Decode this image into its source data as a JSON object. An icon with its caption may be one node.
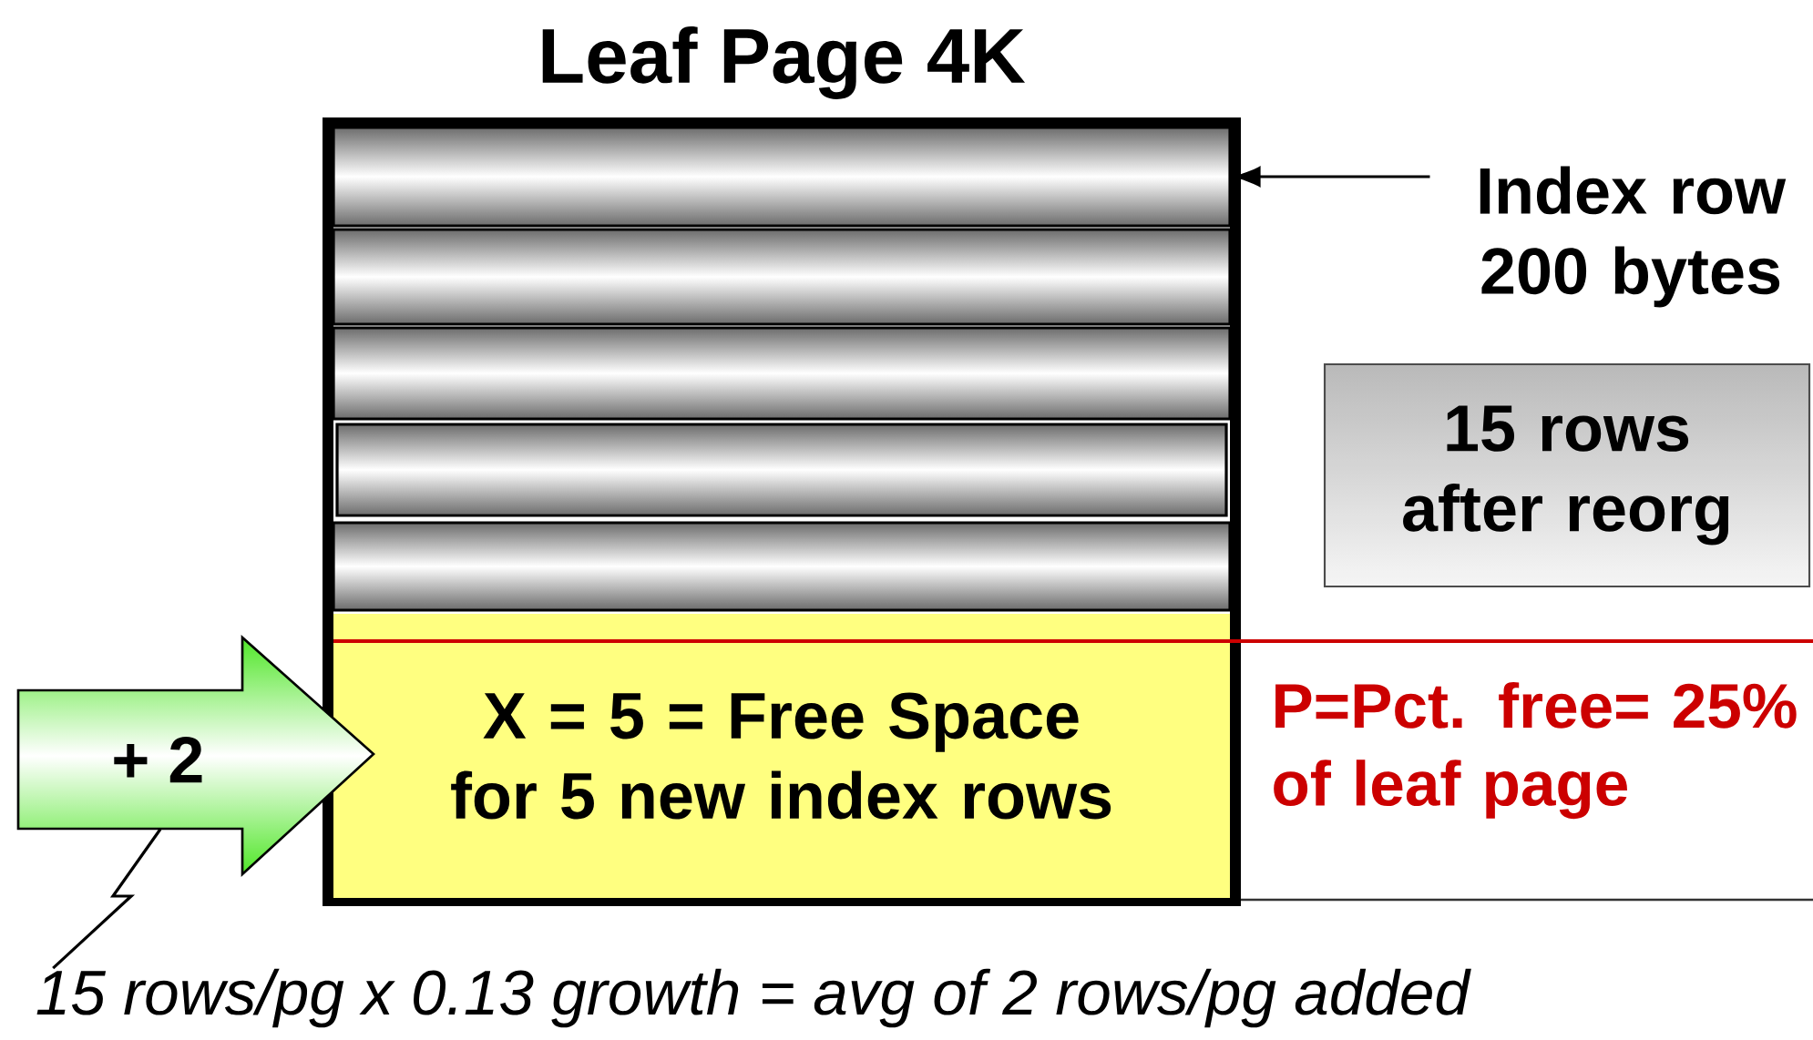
{
  "diagram": {
    "nodes": [
      {
        "text": [
          "Leaf Page 4K"
        ]
      },
      {
        "text": [],
        "shape": "bar",
        "in": 0
      },
      {
        "text": [],
        "shape": "bar",
        "in": 0
      },
      {
        "text": [],
        "shape": "bar",
        "in": 0
      },
      {
        "text": [],
        "shape": "bar",
        "in": 0
      },
      {
        "text": [],
        "shape": "bar",
        "in": 0
      },
      {
        "text": [
          "X = 5 = Free Space for 5 new index rows"
        ],
        "in": 0
      },
      {
        "text": [
          "Index row 200 bytes"
        ]
      },
      {
        "text": [
          "15 rows after reorg"
        ]
      },
      {
        "text": [
          "+ 2"
        ]
      },
      {
        "text": [
          "15 rows/pg x 0.13 growth = avg of 2 rows/pg added"
        ]
      }
    ],
    "edges": [
      {
        "from": 7,
        "to": 1,
        "arrow": "to"
      },
      {
        "from": 10,
        "to": 9,
        "arrow": "none"
      }
    ],
    "labels": [
      "P=Pct. free= 25% of leaf page"
    ]
  }
}
